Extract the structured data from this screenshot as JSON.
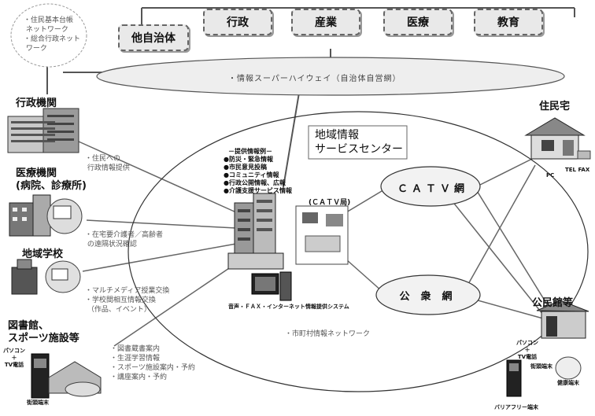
{
  "top_note": "・住民基本台帳\n ネットワーク\n・総合行政ネット\n ワーク",
  "top_boxes": [
    "他自治体",
    "行政",
    "産業",
    "医療",
    "教育"
  ],
  "highway_label": "・情報スーパーハイウェイ（自治体自営網）",
  "center_title": "地域情報\nサービスセンター",
  "provided_info_title": "－提供情報例－",
  "provided_info": "●防災・緊急情報\n●市民意見投稿\n●コミュニティ情報\n●行政公開情報、広報\n●介護支援サービス情報",
  "catv_station": "(ＣＡＴＶ局)",
  "system_label": "音声・ＦＡＸ・インターネット情報提供システム",
  "catv_net": "ＣＡＴＶ網",
  "public_net": "公衆網",
  "city_net": "・市町村情報ネットワーク",
  "left": {
    "gov": "行政機関",
    "gov_note": "・住民への\n 行政情報提供",
    "medical": "医療機関\n(病院、診療所)",
    "medical_note": "・在宅要介護者／高齢者\n の遠隔状況確認",
    "school": "地域学校",
    "school_note": "・マルチメディア授業交換\n・学校間相互情報交換\n （作品、イベント）",
    "library": "図書館、\nスポーツ施設等",
    "library_note": "・図書蔵書案内\n・生涯学習情報\n・スポーツ施設案内・予約\n・講座案内・予約",
    "library_device": "パソコン\n＋\nTV電話",
    "library_terminal": "街頭端末"
  },
  "right": {
    "home": "住民宅",
    "home_pc": "PC",
    "home_telfax": "TEL FAX",
    "hall": "公民館等",
    "hall_device": "パソコン\n＋\nTV電話",
    "hall_terminal": "街頭端末",
    "hall_health": "健康端末",
    "hall_barrierfree": "バリアフリー端末"
  }
}
